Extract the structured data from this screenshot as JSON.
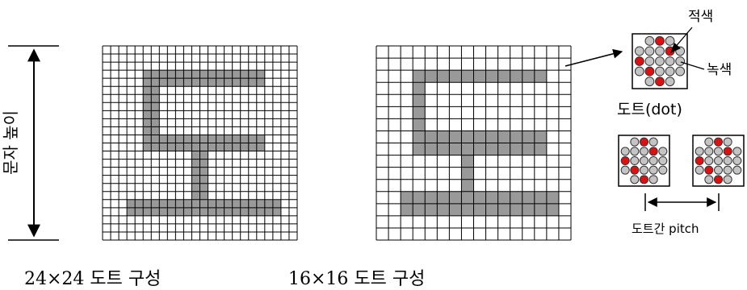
{
  "left_panel": {
    "caption": "24×24 도트 구성",
    "grid_size": 24,
    "side_label": "문자 높이"
  },
  "middle_panel": {
    "caption": "16×16 도트 구성",
    "grid_size": 16
  },
  "dot_detail": {
    "red_label": "적색",
    "green_label": "녹색",
    "dot_label": "도트(dot)",
    "pitch_label": "도트간 pitch"
  },
  "colors": {
    "fill_gray": "#999999",
    "led_red": "#dd1111",
    "led_gray": "#c4c4c4",
    "grid_line": "#000000"
  }
}
